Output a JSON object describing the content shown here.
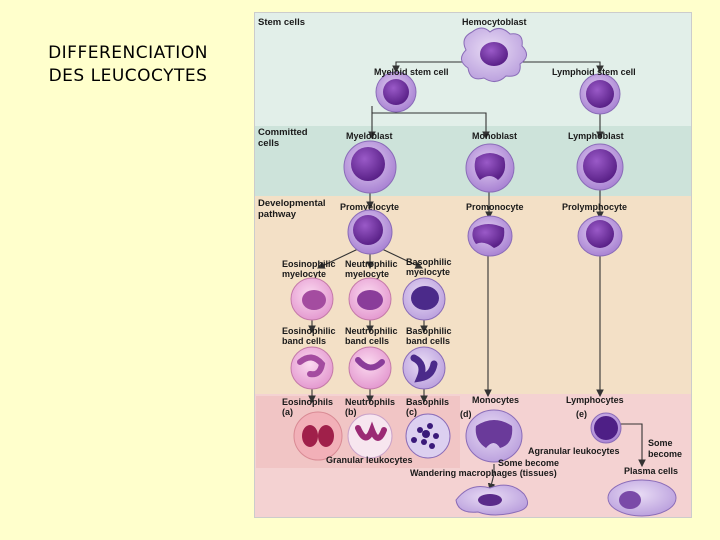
{
  "slide": {
    "title_line1": "DIFFERENCIATION",
    "title_line2": "DES LEUCOCYTES"
  },
  "colors": {
    "page_bg": "#ffffcc",
    "band_stem": "#e2efe9",
    "band_committed": "#cde3da",
    "band_developmental": "#f3e0c6",
    "band_mature": "#f4d2d2",
    "cell_membrane": "#b595d9",
    "nucleus": "#6b2f9e"
  },
  "bands": {
    "stem": "Stem cells",
    "committed_1": "Committed",
    "committed_2": "cells",
    "developmental_1": "Developmental",
    "developmental_2": "pathway"
  },
  "cells": {
    "hemocytoblast": "Hemocytoblast",
    "myeloid": "Myeloid stem cell",
    "lymphoid": "Lymphoid stem cell",
    "myeloblast": "Myeloblast",
    "monoblast": "Monoblast",
    "lymphoblast": "Lymphoblast",
    "promyelocyte": "Promyelocyte",
    "promonocyte": "Promonocyte",
    "prolymphocyte": "Prolymphocyte",
    "eos_myelo_1": "Eosinophilic",
    "eos_myelo_2": "myelocyte",
    "neu_myelo_1": "Neutrophilic",
    "neu_myelo_2": "myelocyte",
    "bas_myelo_1": "Basophilic",
    "bas_myelo_2": "myelocyte",
    "eos_band_1": "Eosinophilic",
    "eos_band_2": "band cells",
    "neu_band_1": "Neutrophilic",
    "neu_band_2": "band cells",
    "bas_band_1": "Basophilic",
    "bas_band_2": "band cells",
    "eosinophils": "Eosinophils",
    "neutrophils": "Neutrophils",
    "basophils": "Basophils",
    "monocytes": "Monocytes",
    "lymphocytes": "Lymphocytes",
    "tag_a": "(a)",
    "tag_b": "(b)",
    "tag_c": "(c)",
    "tag_d": "(d)",
    "tag_e": "(e)",
    "granular": "Granular leukocytes",
    "agranular": "Agranular leukocytes",
    "some_become": "Some become",
    "wandering": "Wandering macrophages (tissues)",
    "some_become_2a": "Some",
    "some_become_2b": "become",
    "plasma": "Plasma cells"
  }
}
